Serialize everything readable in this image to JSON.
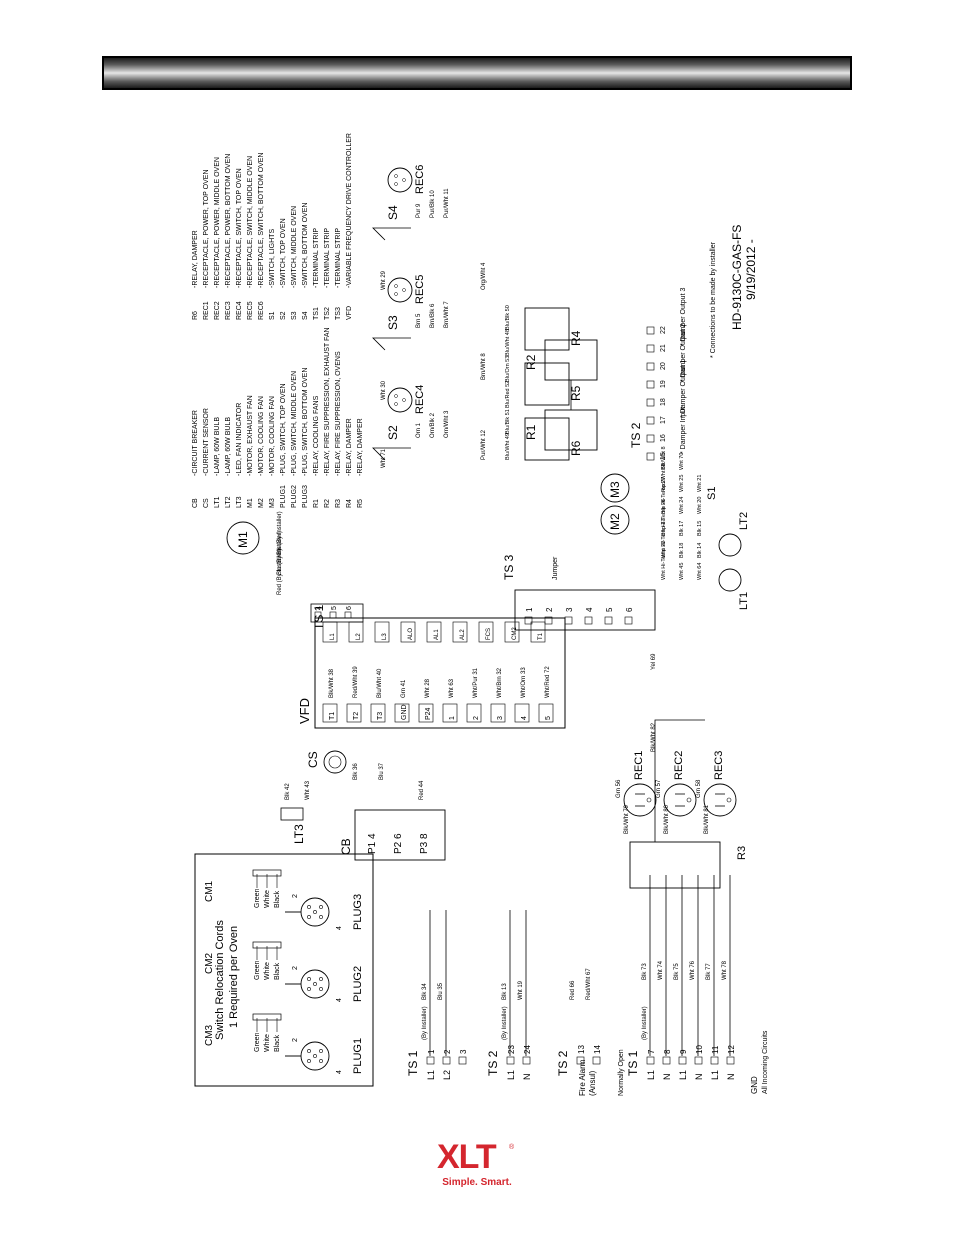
{
  "header": {
    "title": ""
  },
  "diagram": {
    "doc_number": "HD-9130C-GAS-FS",
    "doc_date": "9/19/2012 -",
    "connections_note": "* Connections to be made by installer",
    "relocation_cords_line1": "Switch Relocation Cords",
    "relocation_cords_line2": "1 Required per Oven",
    "plugs": [
      {
        "name": "PLUG1",
        "cm": "CM3"
      },
      {
        "name": "PLUG2",
        "cm": "CM2"
      },
      {
        "name": "PLUG3",
        "cm": "CM1"
      }
    ],
    "cord_wires": [
      "Black",
      "White",
      "Green"
    ],
    "pin_labels": [
      "4",
      "1",
      "2"
    ],
    "legend_left": [
      {
        "code": "CB",
        "desc": "-CIRCUIT BREAKER"
      },
      {
        "code": "CS",
        "desc": "-CURRENT SENSOR"
      },
      {
        "code": "LT1",
        "desc": "-LAMP, 60W BULB"
      },
      {
        "code": "LT2",
        "desc": "-LAMP, 60W BULB"
      },
      {
        "code": "LT3",
        "desc": "-LED, FAN INDICATOR"
      },
      {
        "code": "M1",
        "desc": "-MOTOR, EXHAUST FAN"
      },
      {
        "code": "M2",
        "desc": "-MOTOR, COOLING FAN"
      },
      {
        "code": "M3",
        "desc": "-MOTOR, COOLING FAN"
      },
      {
        "code": "PLUG1",
        "desc": "-PLUG, SWITCH, TOP OVEN"
      },
      {
        "code": "PLUG2",
        "desc": "-PLUG, SWITCH, MIDDLE OVEN"
      },
      {
        "code": "PLUG3",
        "desc": "-PLUG, SWITCH, BOTTOM OVEN"
      },
      {
        "code": "R1",
        "desc": "-RELAY, COOLING FANS"
      },
      {
        "code": "R2",
        "desc": "-RELAY, FIRE SUPPRESSION, EXHAUST FAN"
      },
      {
        "code": "R3",
        "desc": "-RELAY, FIRE SUPPRESSION, OVENS"
      },
      {
        "code": "R4",
        "desc": "-RELAY, DAMPER"
      },
      {
        "code": "R5",
        "desc": "-RELAY, DAMPER"
      }
    ],
    "legend_right": [
      {
        "code": "R6",
        "desc": "-RELAY, DAMPER"
      },
      {
        "code": "REC1",
        "desc": "-RECEPTACLE, POWER, TOP OVEN"
      },
      {
        "code": "REC2",
        "desc": "-RECEPTACLE, POWER, MIDDLE OVEN"
      },
      {
        "code": "REC3",
        "desc": "-RECEPTACLE, POWER, BOTTOM OVEN"
      },
      {
        "code": "REC4",
        "desc": "-RECEPTACLE, SWITCH, TOP OVEN"
      },
      {
        "code": "REC5",
        "desc": "-RECEPTACLE, SWITCH, MIDDLE OVEN"
      },
      {
        "code": "REC6",
        "desc": "-RECEPTACLE, SWITCH, BOTTOM OVEN"
      },
      {
        "code": "S1",
        "desc": "-SWITCH, LIGHTS"
      },
      {
        "code": "S2",
        "desc": "-SWITCH, TOP OVEN"
      },
      {
        "code": "S3",
        "desc": "-SWITCH, MIDDLE OVEN"
      },
      {
        "code": "S4",
        "desc": "-SWITCH, BOTTOM OVEN"
      },
      {
        "code": "TS1",
        "desc": "-TERMINAL STRIP"
      },
      {
        "code": "TS2",
        "desc": "-TERMINAL STRIP"
      },
      {
        "code": "TS3",
        "desc": "-TERMINAL STRIP"
      },
      {
        "code": "VFD",
        "desc": "-VARIABLE FREQUENCY DRIVE CONTROLLER"
      }
    ],
    "switches": [
      "S2",
      "S3",
      "S4"
    ],
    "switch_wires": {
      "S2": [
        "Orn 1",
        "Orn/Blk 2",
        "Orn/Wht 3"
      ],
      "S3": [
        "Brn 5",
        "Brn/Blk 6",
        "Brn/Wht 7"
      ],
      "S4": [
        "Pur 9",
        "Pur/Blk 10",
        "Pur/Wht 11"
      ]
    },
    "switch_receptacles": [
      "REC4",
      "REC5",
      "REC6"
    ],
    "damper_relays": [
      "R6",
      "R5",
      "R4"
    ],
    "ts2_damper": {
      "title": "TS 2",
      "terminals": [
        "15",
        "16",
        "17",
        "18",
        "19",
        "20",
        "21",
        "22"
      ],
      "labels": [
        "* Damper Input",
        "* Damper Output 1",
        "* Damper Output 2",
        "* Damper Output 3"
      ]
    },
    "vfd": {
      "title": "VFD",
      "input_terms": [
        "L1",
        "L2",
        "L3",
        "ALO",
        "AL1",
        "AL2",
        "FCS",
        "CM2",
        "T1"
      ],
      "output_terms": [
        "T1",
        "T2",
        "T3",
        "GND",
        "P24",
        "1",
        "2",
        "3",
        "4",
        "5"
      ],
      "jumper": "Jumper"
    },
    "cb": {
      "title": "CB",
      "rows": [
        "P1  4",
        "P2  6",
        "P3  8"
      ]
    },
    "cs_label": "CS",
    "lt3_label": "LT3",
    "ts1_top": {
      "title": "TS 1",
      "terms": [
        "4",
        "5",
        "6"
      ]
    },
    "motors": [
      "M1",
      "M2",
      "M3"
    ],
    "relays_mid": [
      "R1",
      "R2"
    ],
    "ts3": {
      "title": "TS 3",
      "terms": [
        "1",
        "2",
        "3",
        "4",
        "5",
        "6"
      ]
    },
    "lamps": [
      "LT1",
      "LT2"
    ],
    "s1_label": "S1",
    "power_recs": [
      "REC1",
      "REC2",
      "REC3"
    ],
    "r3_label": "R3",
    "ts1_left": {
      "title": "TS 1",
      "terms": [
        "1",
        "2",
        "3"
      ],
      "lines": [
        "L1",
        "L2"
      ]
    },
    "ts2_left": {
      "title": "TS 2",
      "terms": [
        "23",
        "24"
      ],
      "lines": [
        "L1",
        "N"
      ]
    },
    "ts2_alarm": {
      "title": "TS 2",
      "terms": [
        "13",
        "14"
      ],
      "label1": "Fire Alarm",
      "label2": "(Ansul)",
      "nopen": "Normally Open"
    },
    "ts1_bottom": {
      "title": "TS 1",
      "terms": [
        "7",
        "8",
        "9",
        "10",
        "11",
        "12"
      ],
      "lines": [
        "L1",
        "N",
        "L1",
        "N",
        "L1",
        "N"
      ],
      "gnd": "GND",
      "gnd_note": "All Incoming Circuits"
    },
    "by_installer": "(By Installer)",
    "wire_labels_vfd": [
      "Blk/Wht 38",
      "Red/Wht 39",
      "Blu/Wht 40",
      "Grn 41",
      "Wht 28",
      "Wht 63",
      "Wht/Pur 31",
      "Wht/Brn 32",
      "Wht/Orn 33",
      "Wht/Red 72"
    ],
    "wire_labels_misc": [
      "Blk 36",
      "Blu 37",
      "Blk 42",
      "Wht 43",
      "Red 44",
      "Blk 34",
      "Blu 35",
      "Blk 13",
      "Wht 19",
      "Red 66",
      "Red/Wht 67",
      "Blk 73",
      "Wht 74",
      "Blk 75",
      "Wht 76",
      "Blk 77",
      "Wht 78"
    ],
    "wire_labels_rec": [
      "Blk/Wht 79",
      "Blk/Wht 80",
      "Blk/Wht 81",
      "Blk/Wht 82",
      "Grn 56",
      "Grn 57",
      "Grn 58",
      "Yel 69"
    ],
    "wire_labels_ts3": [
      "Wht Hi-Temp 22",
      "Wht Hi-Temp 23",
      "Blk Hi-Temp 26",
      "Blk Hi-Temp 27",
      "Red/Wht 68",
      "Blk/Wht 8",
      "Wht 45",
      "Blk 18",
      "Blk 17",
      "Wht 24",
      "Wht 25",
      "Wht 70",
      "Wht 64",
      "Blk 14",
      "Blk 15",
      "Wht 20",
      "Wht 21"
    ],
    "wire_labels_top": [
      "Wht 71",
      "Wht 30",
      "Wht 29",
      "Pur/Wht 12",
      "Brn/Wht 8",
      "Org/Wht 4",
      "Blu/Wht 49",
      "Blu/Blk 51",
      "Blu/Red 52",
      "Blu/Orn 53",
      "Blu/Wht 48",
      "Blu/Blk 50"
    ],
    "motor_wire_labels": [
      "Red (By Installer)",
      "Blu (By Installer)",
      "Blk (By Installer)"
    ]
  },
  "logo": {
    "word": "XLT",
    "reg": "®",
    "tagline": "Simple. Smart."
  }
}
